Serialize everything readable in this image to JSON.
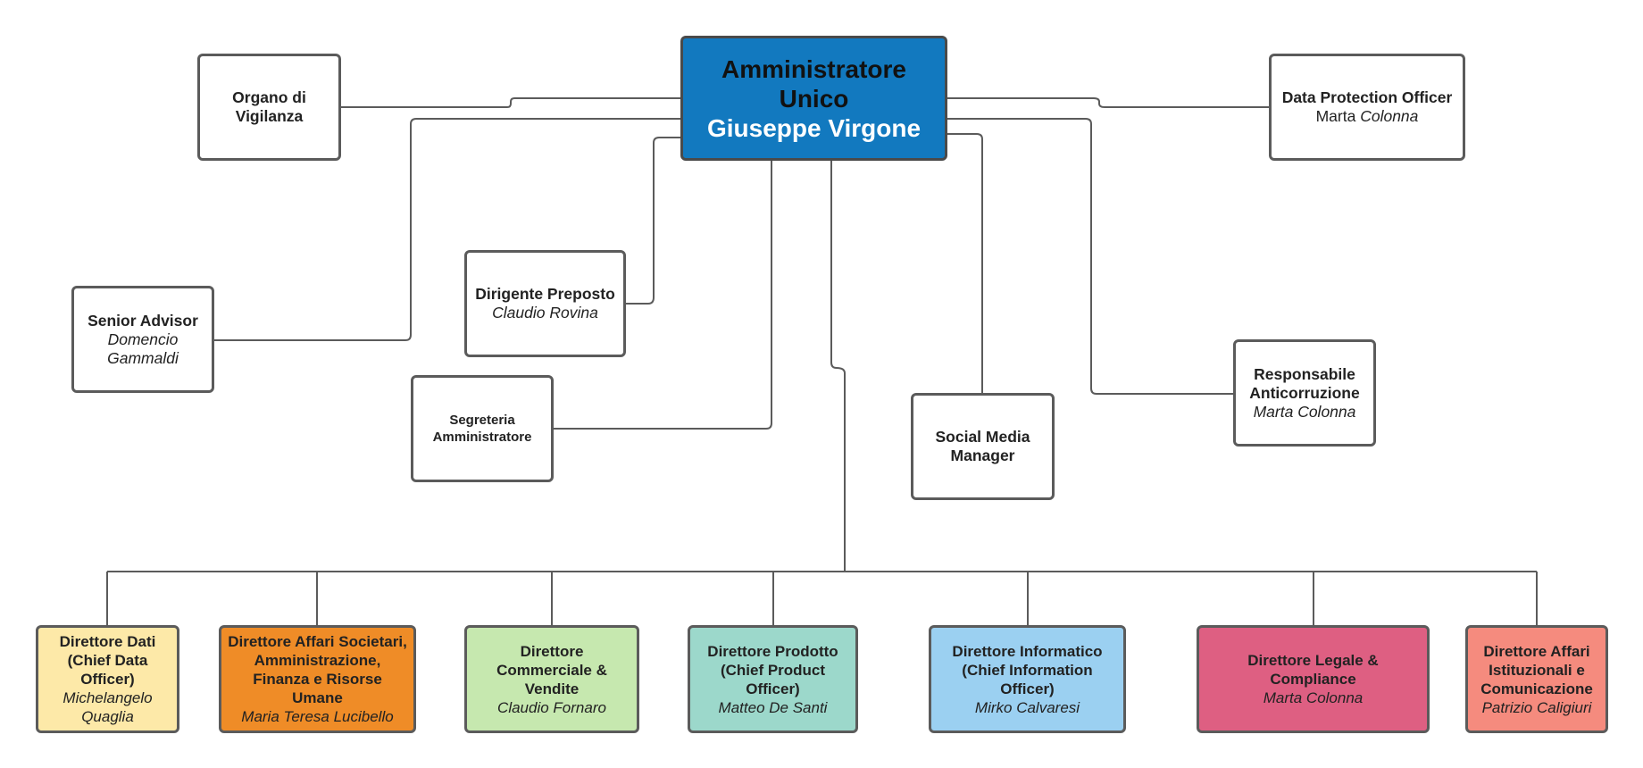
{
  "colors": {
    "root": "#1279bf",
    "root_name": "#ffffff",
    "line": "#5b5b5b",
    "dati": "#fde9a8",
    "affari_societari": "#ef8c27",
    "commerciale": "#c6e8af",
    "prodotto": "#9cd8cb",
    "informatico": "#9bd0f1",
    "legale": "#de5f82",
    "istituzionali": "#f58b7e"
  },
  "root": {
    "title": "Amministratore Unico",
    "name": "Giuseppe Virgone"
  },
  "staff": {
    "organo": {
      "title": "Organo di Vigilanza"
    },
    "dpo": {
      "title": "Data Protection Officer",
      "name_first": "Marta",
      "name_last": "Colonna"
    },
    "senior": {
      "title": "Senior Advisor",
      "name": "Domencio Gammaldi"
    },
    "dirigente": {
      "title": "Dirigente Preposto",
      "name": "Claudio Rovina"
    },
    "segreteria": {
      "title": "Segreteria Amministratore"
    },
    "social": {
      "title": "Social Media Manager"
    },
    "anticorruzione": {
      "title": "Responsabile Anticorruzione",
      "name": "Marta Colonna"
    }
  },
  "directors": {
    "dati": {
      "title": "Direttore Dati (Chief Data Officer)",
      "name": "Michelangelo Quaglia"
    },
    "affari_societari": {
      "title": "Direttore Affari Societari, Amministrazione, Finanza e Risorse Umane",
      "name": "Maria Teresa Lucibello"
    },
    "commerciale": {
      "title": "Direttore  Commerciale & Vendite",
      "name": "Claudio Fornaro"
    },
    "prodotto": {
      "title": "Direttore Prodotto (Chief Product Officer)",
      "name": "Matteo De Santi"
    },
    "informatico": {
      "title": "Direttore Informatico (Chief Information Officer)",
      "name": "Mirko Calvaresi"
    },
    "legale": {
      "title": "Direttore Legale & Compliance",
      "name": "Marta Colonna"
    },
    "istituzionali": {
      "title": "Direttore Affari Istituzionali e Comunicazione",
      "name": "Patrizio Caligiuri"
    }
  }
}
